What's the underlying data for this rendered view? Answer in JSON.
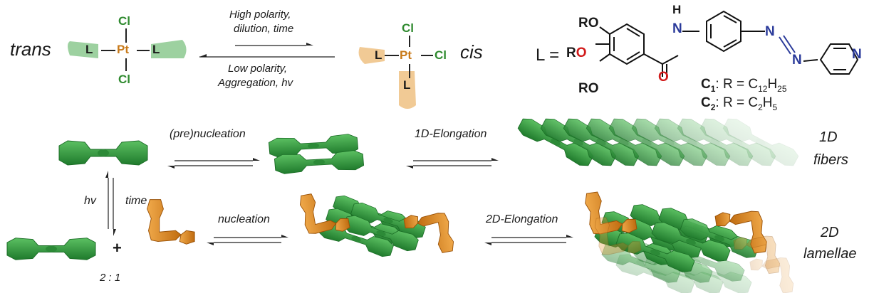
{
  "labels": {
    "trans": "trans",
    "cis": "cis",
    "cond_top_1": "High polarity,",
    "cond_top_2": "dilution, time",
    "cond_bot_1": "Low polarity,",
    "cond_bot_2": "Aggregation, hv",
    "L_eq": "L =",
    "RO_top": "RO",
    "RO_mid_R": "R",
    "RO_mid_O": "O",
    "RO_bot": "RO",
    "NH_H": "H",
    "NH_N": "N",
    "carbonyl_O": "O",
    "azo_N1": "N",
    "azo_N2": "N",
    "pyr_N": "N",
    "C1": "C",
    "C1_sub": "1",
    "C1_text": ": R = C",
    "C1_sub2": "12",
    "C1_H": "H",
    "C1_sub3": "25",
    "C2": "C",
    "C2_sub": "2",
    "C2_text": ": R = C",
    "C2_sub2": "2",
    "C2_H": "H",
    "C2_sub3": "5",
    "prenucleation": "(pre)nucleation",
    "elong1d": "1D-Elongation",
    "fibers_1": "1D",
    "fibers_2": "fibers",
    "hv": "hv",
    "time": "time",
    "plus": "+",
    "ratio": "2 : 1",
    "nucleation": "nucleation",
    "elong2d": "2D-Elongation",
    "lamellae_1": "2D",
    "lamellae_2": "lamellae",
    "pt_trans_Cl_top": "Cl",
    "pt_trans_Cl_bot": "Cl",
    "pt_trans_L_left": "L",
    "pt_trans_L_right": "L",
    "pt_trans_Pt": "Pt",
    "pt_cis_Cl_top": "Cl",
    "pt_cis_Cl_right": "Cl",
    "pt_cis_L_left": "L",
    "pt_cis_L_bot": "L",
    "pt_cis_Pt": "Pt"
  },
  "colors": {
    "green": "#2f9a3d",
    "green_light": "#8cc98f",
    "orange": "#e08a1e",
    "orange_light": "#f0c48a",
    "red": "#d11a1a",
    "blue": "#2a3a9a",
    "cl_green": "#2f8a2f",
    "pt_orange": "#c87a1a"
  }
}
